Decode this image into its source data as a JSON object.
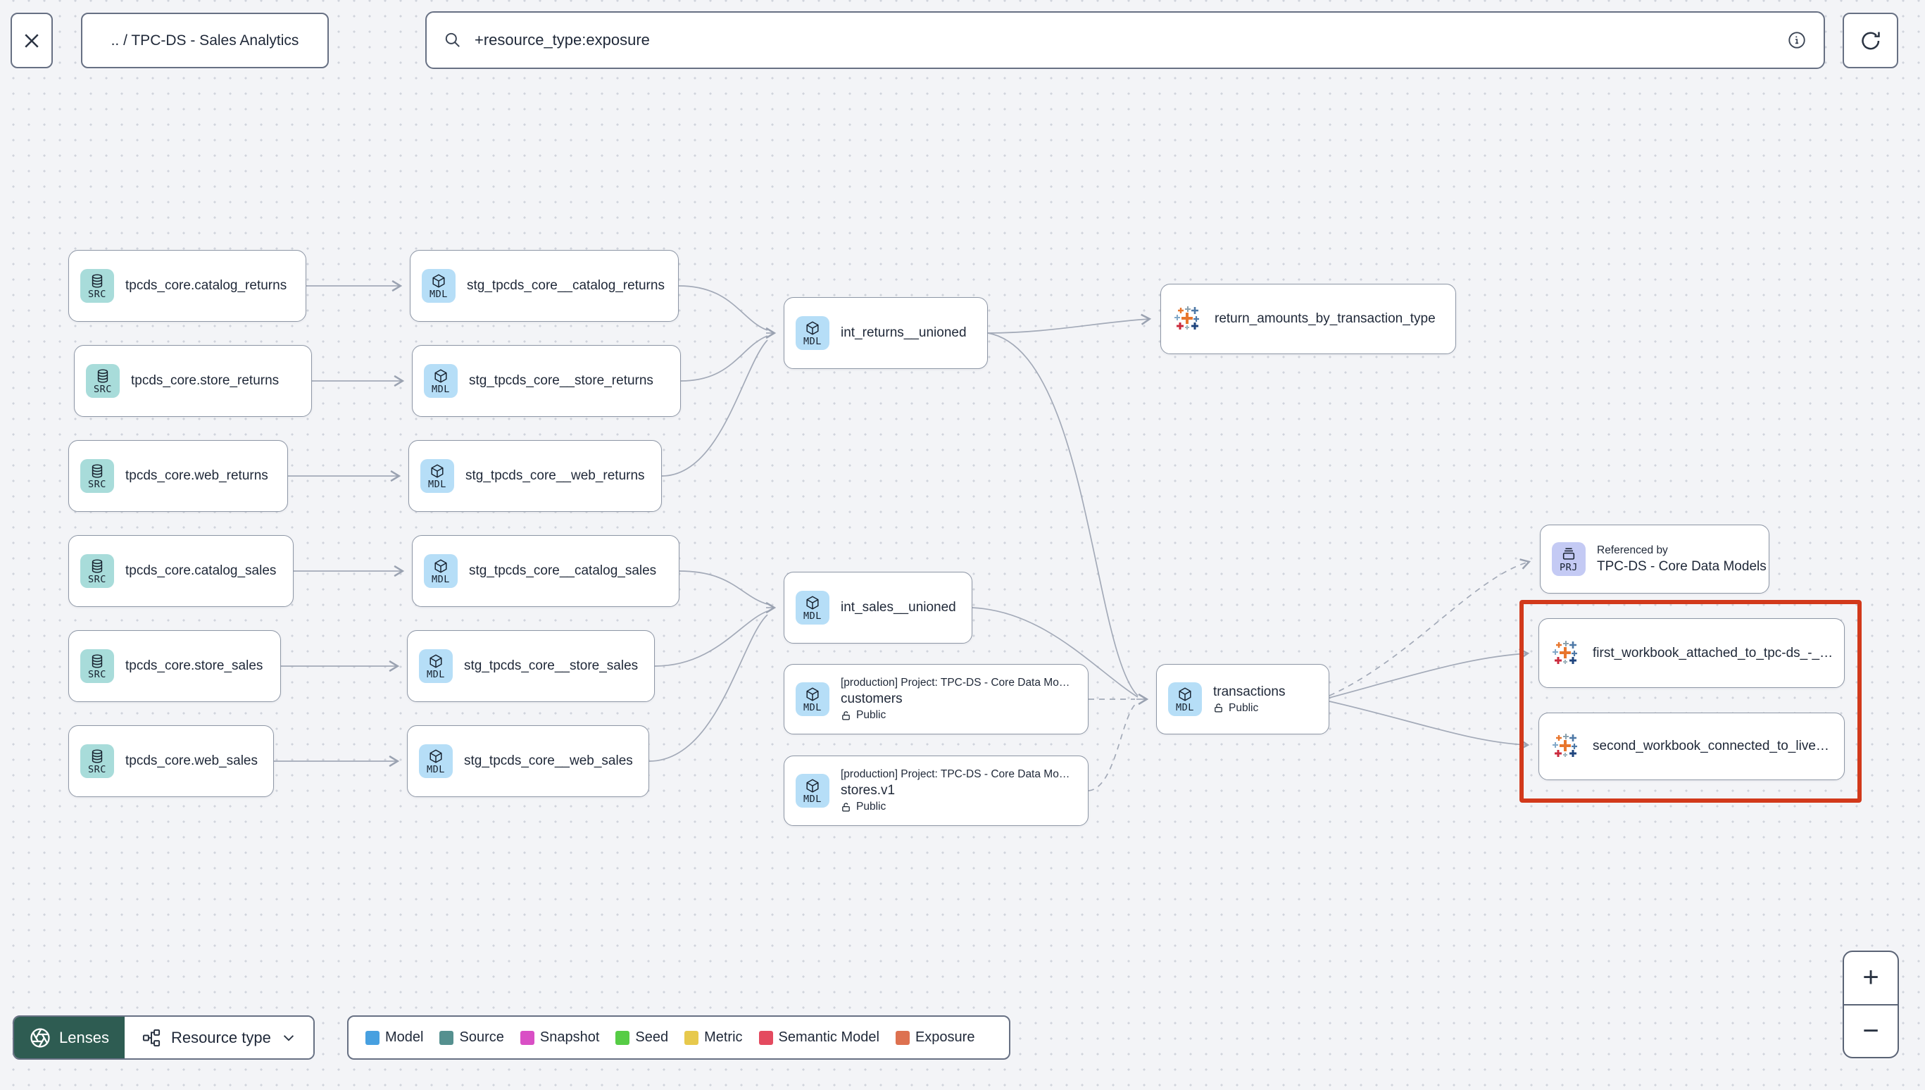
{
  "topbar": {
    "breadcrumb": ".. / TPC-DS - Sales Analytics",
    "search_value": "+resource_type:exposure"
  },
  "graph": {
    "nodes": [
      {
        "badge": "SRC",
        "label": "tpcds_core.catalog_returns"
      },
      {
        "badge": "SRC",
        "label": "tpcds_core.store_returns"
      },
      {
        "badge": "SRC",
        "label": "tpcds_core.web_returns"
      },
      {
        "badge": "SRC",
        "label": "tpcds_core.catalog_sales"
      },
      {
        "badge": "SRC",
        "label": "tpcds_core.store_sales"
      },
      {
        "badge": "SRC",
        "label": "tpcds_core.web_sales"
      },
      {
        "badge": "MDL",
        "label": "stg_tpcds_core__catalog_returns"
      },
      {
        "badge": "MDL",
        "label": "stg_tpcds_core__store_returns"
      },
      {
        "badge": "MDL",
        "label": "stg_tpcds_core__web_returns"
      },
      {
        "badge": "MDL",
        "label": "stg_tpcds_core__catalog_sales"
      },
      {
        "badge": "MDL",
        "label": "stg_tpcds_core__store_sales"
      },
      {
        "badge": "MDL",
        "label": "stg_tpcds_core__web_sales"
      },
      {
        "badge": "MDL",
        "label": "int_returns__unioned"
      },
      {
        "badge": "MDL",
        "label": "int_sales__unioned"
      },
      {
        "badge": "MDL",
        "project": "[production] Project: TPC-DS - Core Data Mo…",
        "label": "customers",
        "access": "Public"
      },
      {
        "badge": "MDL",
        "project": "[production] Project: TPC-DS - Core Data Mo…",
        "label": "stores.v1",
        "access": "Public"
      },
      {
        "icon": "tableau",
        "label": "return_amounts_by_transaction_type"
      },
      {
        "badge": "MDL",
        "label": "transactions",
        "access": "Public"
      },
      {
        "badge": "PRJ",
        "title": "Referenced by",
        "label": "TPC-DS - Core Data Models"
      },
      {
        "icon": "tableau",
        "label": "first_workbook_attached_to_tpc-ds_-_…"
      },
      {
        "icon": "tableau",
        "label": "second_workbook_connected_to_live…"
      }
    ]
  },
  "footer": {
    "lenses_label": "Lenses",
    "resource_type_label": "Resource type"
  },
  "legend": {
    "items": [
      {
        "label": "Model",
        "color": "#47a0e0"
      },
      {
        "label": "Source",
        "color": "#55908f"
      },
      {
        "label": "Snapshot",
        "color": "#d94fc5"
      },
      {
        "label": "Seed",
        "color": "#56cc45"
      },
      {
        "label": "Metric",
        "color": "#e7c94c"
      },
      {
        "label": "Semantic Model",
        "color": "#e44a5f"
      },
      {
        "label": "Exposure",
        "color": "#dd7150"
      }
    ]
  },
  "zoom_controls": {
    "zoom_in": "+",
    "zoom_out": "−"
  }
}
